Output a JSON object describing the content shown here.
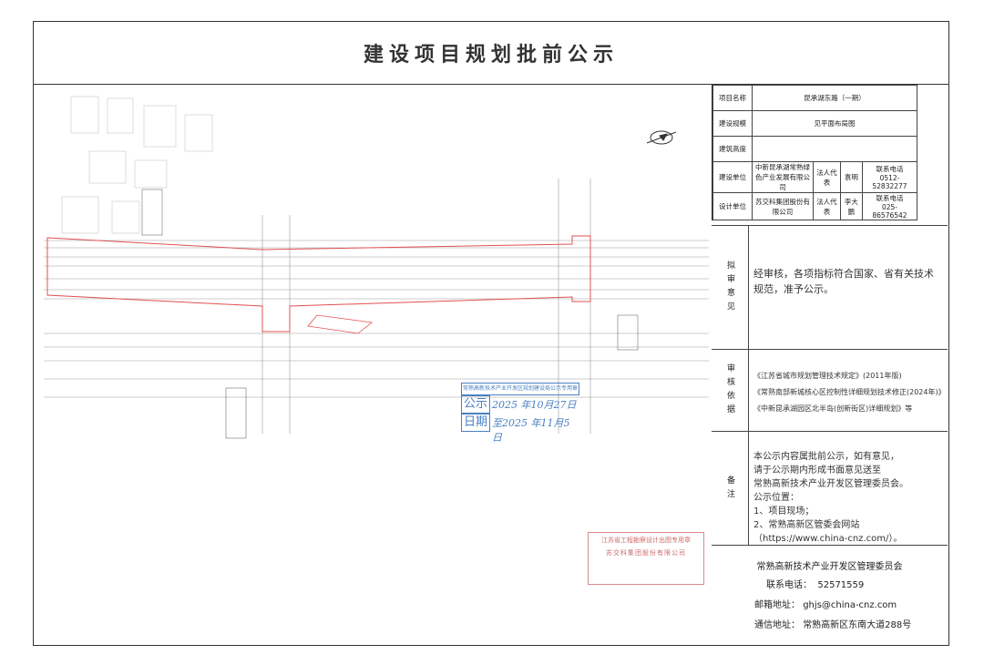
{
  "page_title": "建设项目规划批前公示",
  "info_table": {
    "project_label": "项目名称",
    "project_value": "昆承湖东路（一期）",
    "scale_label": "建设规模",
    "scale_value": "见平面布局图",
    "height_label": "建筑高度",
    "builder_label": "建设单位",
    "builder_value": "中新昆承湖常熟绿色产业发展有限公司",
    "legal_label": "法人代表",
    "builder_legal": "袁明",
    "contact_label": "联系电话",
    "builder_phone": "0512-52832277",
    "designer_label": "设计单位",
    "designer_value": "苏交科集团股份有限公司",
    "designer_legal": "李大鹏",
    "designer_phone": "025-86576542"
  },
  "opinion": {
    "side_label": "拟审意见",
    "text": "经审核，各项指标符合国家、省有关技术规范，准予公示。"
  },
  "basis": {
    "side_label": "审核依据",
    "items": [
      "《江苏省城市规划管理技术规定》(2011年版)",
      "《常熟南部新城核心区控制性详细规划技术修正(2024年)》",
      "《中新昆承湖园区北半岛(创新街区)详细规划》等"
    ]
  },
  "notes": {
    "side_label": "备注",
    "line1": "本公示内容属批前公示，如有意见，",
    "line2": "请于公示期内形成书面意见送至",
    "line3": "常熟高新技术产业开发区管理委员会。",
    "line4": "公示位置：",
    "line5": "1、项目现场；",
    "line6": "2、常熟高新区管委会网站",
    "line7": "（https://www.china-cnz.com/）。"
  },
  "footer": {
    "org": "常熟高新技术产业开发区管理委员会",
    "phone_label": "联系电话：",
    "phone": "52571559",
    "email_label": "邮箱地址：",
    "email": "ghjs@china-cnz.com",
    "address_label": "通信地址：",
    "address": "常熟高新区东南大道288号"
  },
  "stamp_blue": {
    "header": "常熟高新技术产业开发区规划建设局公示专用章",
    "row1_label": "公示",
    "row1_value": "2025 年10月27日",
    "row2_label": "日期",
    "row2_value": "至2025 年11月5日"
  },
  "stamp_red": {
    "line1": "江苏省工程勘察设计出图专用章",
    "line2": "苏交科集团股份有限公司"
  }
}
